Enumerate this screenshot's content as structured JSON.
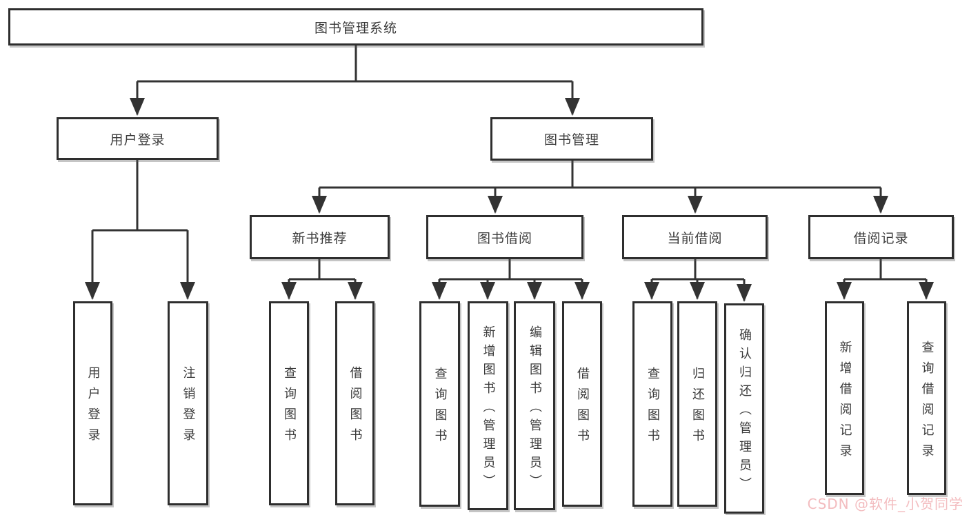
{
  "tree": {
    "root": {
      "label": "图书管理系统",
      "children": [
        {
          "label": "用户登录",
          "children": [
            {
              "label": "用户登录"
            },
            {
              "label": "注销登录"
            }
          ]
        },
        {
          "label": "图书管理",
          "children": [
            {
              "label": "新书推荐",
              "children": [
                {
                  "label": "查询图书"
                },
                {
                  "label": "借阅图书"
                }
              ]
            },
            {
              "label": "图书借阅",
              "children": [
                {
                  "label": "查询图书"
                },
                {
                  "label": "新增图书（管理员）"
                },
                {
                  "label": "编辑图书（管理员）"
                },
                {
                  "label": "借阅图书"
                }
              ]
            },
            {
              "label": "当前借阅",
              "children": [
                {
                  "label": "查询图书"
                },
                {
                  "label": "归还图书"
                },
                {
                  "label": "确认归还（管理员）"
                }
              ]
            },
            {
              "label": "借阅记录",
              "children": [
                {
                  "label": "新增借阅记录"
                },
                {
                  "label": "查询借阅记录"
                }
              ]
            }
          ]
        }
      ]
    }
  },
  "watermark": {
    "text": "CSDN @软件_小贺同学"
  },
  "colors": {
    "background": "#ffffff",
    "line": "#333333",
    "box_border": "#2e2e2e",
    "text": "#3a3a3a",
    "watermark": "#f2b8bc"
  }
}
